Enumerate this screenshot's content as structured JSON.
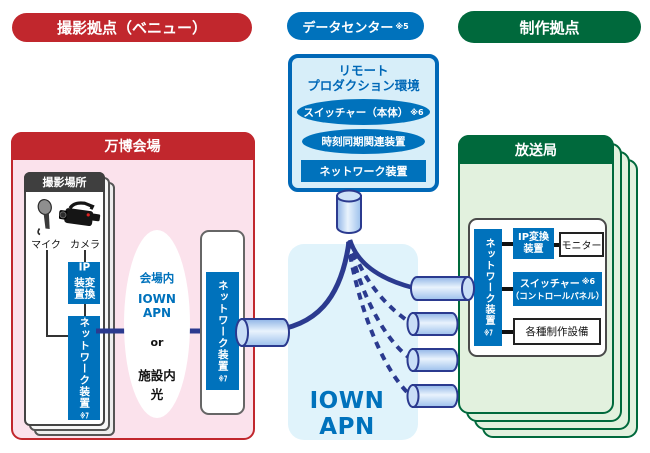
{
  "pills": {
    "venue": {
      "label": "撮影拠点（ベニュー）"
    },
    "datacenter": {
      "label": "データセンター",
      "note": "※5"
    },
    "production": {
      "label": "制作拠点"
    }
  },
  "datacenter_box": {
    "title_line1": "リモート",
    "title_line2": "プロダクション環境",
    "switcher": {
      "label": "スイッチャー（本体）",
      "note": "※6"
    },
    "time_sync": {
      "label": "時刻同期関連装置"
    },
    "network": {
      "label": "ネットワーク装置"
    }
  },
  "venue_box": {
    "title": "万博会場",
    "shoot_card": {
      "title": "撮影場所",
      "mic_label": "マイク",
      "camera_label": "カメラ",
      "ip_device": {
        "prefix": "IP",
        "rest": "変換装置"
      },
      "network": {
        "label": "ネットワーク装置",
        "note": "※7"
      }
    },
    "oval": {
      "line1": "会場内",
      "line2": "IOWN APN",
      "line3": "or",
      "line4": "施設内",
      "line5": "光"
    },
    "edge_network": {
      "label": "ネットワーク装置",
      "note": "※7"
    }
  },
  "apn_box": {
    "label": "IOWN APN"
  },
  "broadcast_box": {
    "title": "放送局",
    "network": {
      "label": "ネットワーク装置",
      "note": "※7"
    },
    "ip_device": {
      "line1": "IP変換",
      "line2": "装置"
    },
    "monitor": {
      "label": "モニター"
    },
    "switcher": {
      "line1": "スイッチャー",
      "note": "※6",
      "line2": "（コントロールパネル）"
    },
    "equipment": {
      "label": "各種制作設備"
    }
  },
  "icons": {
    "microphone": "microphone-icon",
    "camera": "camera-icon"
  },
  "colors": {
    "red": "#C1272D",
    "pink": "#FBE2EC",
    "blue": "#0072BC",
    "blue_dark": "#0068B7",
    "light_blue": "#D7EEF9",
    "apn_bg": "#E0F3FB",
    "green": "#00693C",
    "light_green": "#E2F1DE",
    "navy": "#2B3A8F"
  }
}
